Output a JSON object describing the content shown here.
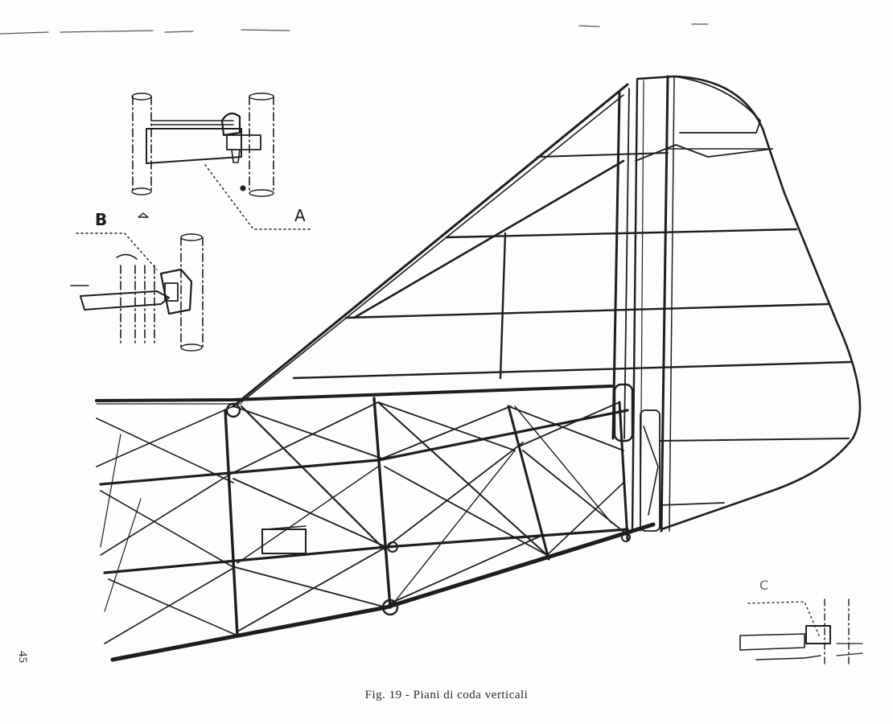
{
  "figure": {
    "caption": "Fig. 19 - Piani di coda verticali",
    "page_number": "45",
    "detail_labels": {
      "a": "A",
      "b": "B",
      "c": "C"
    }
  }
}
